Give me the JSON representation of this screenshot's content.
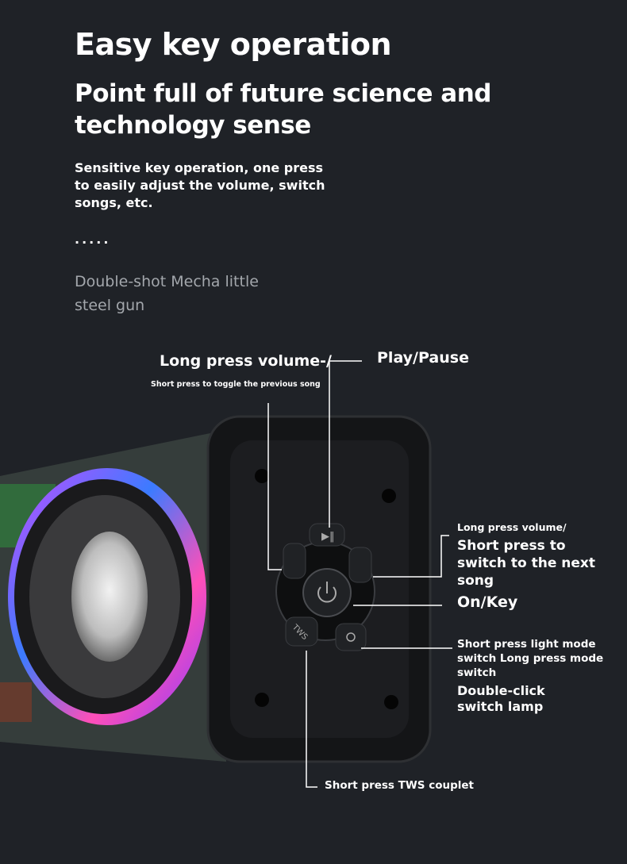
{
  "header": {
    "title": "Easy key operation",
    "subtitle": "Point full of future science and technology sense",
    "description": "Sensitive key operation, one press to easily adjust the volume, switch songs, etc.",
    "dots": ".....",
    "tagline": "Double-shot Mecha little steel gun"
  },
  "callouts": {
    "volume_down_main": "Long press volume-/",
    "volume_down_sub": "Short press to toggle the previous song",
    "play_pause": "Play/Pause",
    "volume_up_small": "Long press volume/",
    "volume_up_main": "Short press to switch to the next song",
    "power": "On/Key",
    "light_mode": "Short press light mode switch Long press mode switch",
    "double_click": "Double-click switch lamp",
    "tws": "Short press TWS couplet"
  },
  "buttons": {
    "tws_label": "TWS"
  }
}
